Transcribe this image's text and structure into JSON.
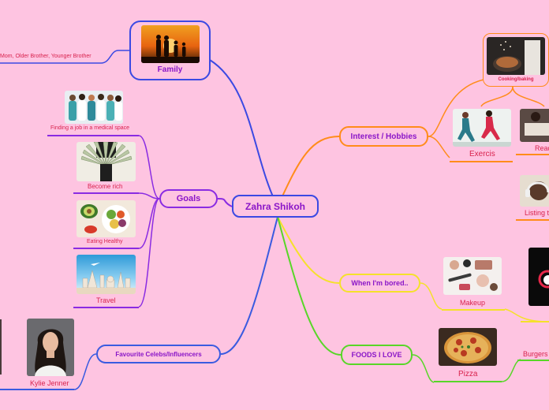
{
  "central": "Zahra Shikoh",
  "family": {
    "label": "Family",
    "members": "Mom, Older Brother, Younger Brother"
  },
  "goals": {
    "label": "Goals",
    "items": [
      "Finding a job in a medical space",
      "Become rich",
      "Eating Healthy",
      "Travel"
    ]
  },
  "celebs": {
    "label": "Favourite Celebs/Influencers",
    "items": [
      "Kylie Jenner"
    ]
  },
  "hobbies": {
    "label": "Interest / Hobbies",
    "items": [
      "Cooking/baking",
      "Exercis",
      "Read",
      "Listing t"
    ]
  },
  "bored": {
    "label": "When I'm bored..",
    "items": [
      "Makeup"
    ]
  },
  "foods": {
    "label": "FOODS I LOVE",
    "items": [
      "Pizza",
      "Burgers"
    ]
  },
  "colors": {
    "background": "#fec4e1",
    "family": "#3b49e3",
    "goals": "#8a2be2",
    "celebs": "#3a5be0",
    "hobbies": "#ff8c1a",
    "bored": "#f5e12a",
    "foods": "#58d628",
    "label_red": "#d8224d",
    "text_purple": "#8a16c8"
  }
}
